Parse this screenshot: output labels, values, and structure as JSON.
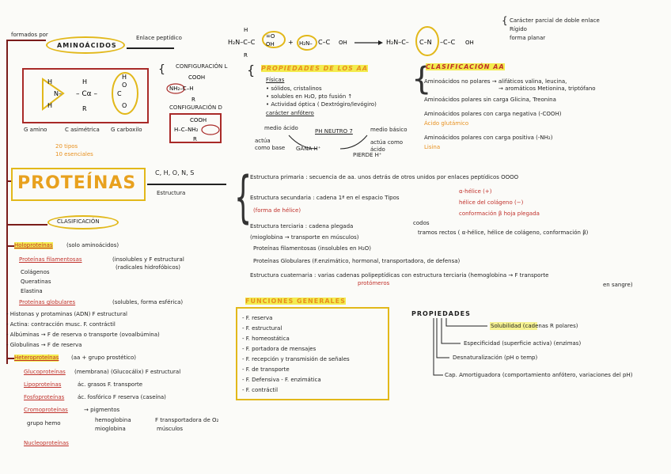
{
  "top": {
    "formados_por": "formados por",
    "aminoacidos": "AMINOÁCIDOS",
    "enlace": "Enlace peptídico",
    "features": [
      "Carácter parcial de doble enlace",
      "Rígido",
      "forma planar"
    ]
  },
  "amino": {
    "labels": [
      "G amino",
      "C asimétrica",
      "G carboxilo"
    ],
    "tipos": "20 tipos",
    "esenciales": "10 esenciales",
    "config_l": "CONFIGURACIÓN L",
    "config_d": "CONFIGURACIÓN D"
  },
  "propiedades_aa": {
    "title": "PROPIEDADES DE LOS AA",
    "fisicas": "Físicas",
    "items": [
      "• sólidos, cristalinos",
      "• solubles en H₂O, pto fusión ↑",
      "• Actividad óptica ( Dextrógiro/levógiro)",
      "carácter anfótero"
    ],
    "medio_acido": "medio ácido",
    "ph_neutro": "PH NEUTRO 7",
    "medio_basico": "medio básico",
    "actua_base": "actúa como base",
    "gana_h": "GANA H⁺",
    "actua_acido": "actúa como ácido",
    "pierde_h": "PIERDE H⁺"
  },
  "clasificacion_aa": {
    "title": "CLASIFICACIÓN AA",
    "rows": [
      "Aminoácidos no polares → alifáticos  valina, leucina,",
      "→ aromáticos  Metionina, triptófano",
      "Aminoácidos polares sin carga   Glicina, Treonina",
      "Aminoácidos polares con carga negativa (-COOH)",
      "Ácido glutámico",
      "Aminoácidos polares con carga positiva (-NH₂)",
      "Lisina"
    ]
  },
  "proteinas": {
    "title": "PROTEÍNAS",
    "elements": "C, H, O, N, S",
    "estructura": "Estructura"
  },
  "estructura": {
    "primaria": "Estructura primaria : secuencia de aa. unos detrás de otros unidos por enlaces peptídicos  OOOO",
    "secundaria": "Estructura secundaria : cadena 1ª en el espacio   Tipos",
    "tipos": [
      "α-hélice (+)",
      "hélice del colágeno (−)",
      "conformación β hoja plegada"
    ],
    "forma_helice": "(forma de hélice)",
    "terciaria": "Estructura terciaria : cadena plegada",
    "codos": "codos",
    "tramos": "tramos rectos ( α-hélice, hélice de colágeno, conformación β)",
    "mioglobina": "(mioglobina → transporte en músculos)",
    "fibrosas": "Proteínas filamentosas (insolubles en H₂O)",
    "globulares": "Proteínas Globulares  (F.enzimático, hormonal, transportadora, de defensa)",
    "cuaternaria": "Estructura cuaternaria : varias cadenas polipeptídicas con estructura terciaria (hemoglobina → F transporte",
    "protomeros": "protómeros",
    "sangre": "en sangre)"
  },
  "clasificacion": {
    "title": "CLASIFICACIÓN",
    "holoproteinas": "Holoproteínas",
    "solo_aa": "(solo aminoácidos)",
    "filamentosas": "Proteínas filamentosas",
    "filam_desc": "(insolubles y F estructural",
    "filam_desc2": "(radicales hidrofóbicos)",
    "colagenos": "Colágenos",
    "queratinas": "Queratinas",
    "elastina": "Elastina",
    "globulares": "Proteínas globulares",
    "glob_desc": "(solubles, forma esférica)",
    "items": [
      "- Histonas y protaminas (ADN) F estructural",
      "- Actina: contracción musc. F. contráctil",
      "- Albúminas → F de reserva o transporte (ovoalbúmina)",
      "- Globulinas → F de reserva"
    ],
    "heteroproteinas": "Heteroproteínas",
    "hetero_desc": "(aa + grupo prostético)",
    "glucoproteinas": "Glucoproteínas",
    "gluco_desc": "(membrana) (Glucocálix) F estructural",
    "lipoproteinas": "Lipoproteínas",
    "lipo_desc": "ác. grasos  F. transporte",
    "fosfoproteinas": "Fosfoproteínas",
    "fosfo_desc": "ác. fosfórico F reserva (caseína)",
    "cromoproteinas": "Cromoproteínas",
    "cromo_desc": "→ pigmentos",
    "grupo_hemo": "grupo hemo",
    "hemoglobina": "hemoglobina",
    "mioglobina": "mioglobina",
    "hemo_desc": "F transportadora de O₂",
    "musculos": "músculos",
    "nucleoproteinas": "Nucleoproteínas"
  },
  "funciones": {
    "title": "FUNCIONES GENERALES",
    "items": [
      "- F. reserva",
      "- F. estructural",
      "- F. homeostática",
      "- F. portadora de mensajes",
      "- F. recepción y transmisión de señales",
      "- F. de transporte",
      "- F. Defensiva    - F. enzimática",
      "- F. contráctil"
    ]
  },
  "propiedades": {
    "title": "PROPIEDADES",
    "items": [
      "Solubilidad  (cadenas R polares)",
      "Especificidad (superficie activa) (enzimas)",
      "Desnaturalización   (pH o temp)",
      "Cap. Amortiguadora   (comportamiento anfótero, variaciones del pH)"
    ]
  }
}
